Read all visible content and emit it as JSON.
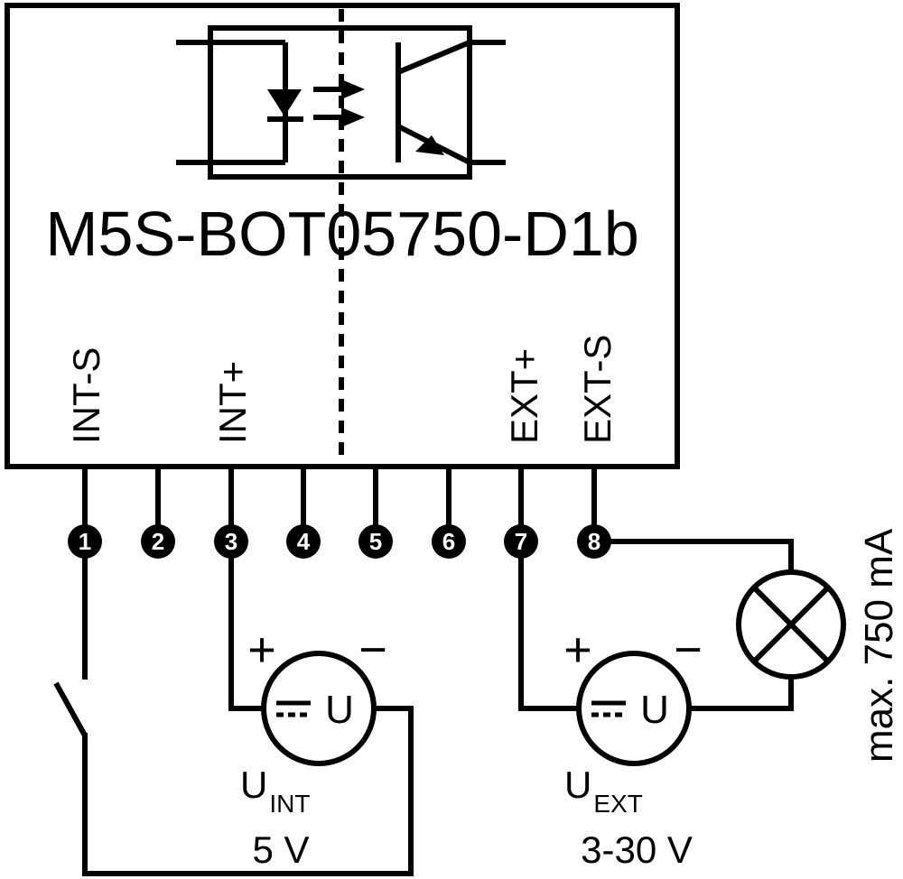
{
  "module": {
    "title": "M5S-BOT05750-D1b",
    "terminal_labels": {
      "int_s": "INT-S",
      "int_plus": "INT+",
      "ext_plus": "EXT+",
      "ext_s": "EXT-S"
    }
  },
  "pins": [
    "1",
    "2",
    "3",
    "4",
    "5",
    "6",
    "7",
    "8"
  ],
  "sources": {
    "internal": {
      "symbol": "U",
      "plus": "+",
      "minus": "−",
      "name_main": "U",
      "name_sub": "INT",
      "voltage": "5 V"
    },
    "external": {
      "symbol": "U",
      "plus": "+",
      "minus": "−",
      "name_main": "U",
      "name_sub": "EXT",
      "voltage": "3-30 V"
    }
  },
  "load": {
    "rating": "max. 750 mA"
  }
}
